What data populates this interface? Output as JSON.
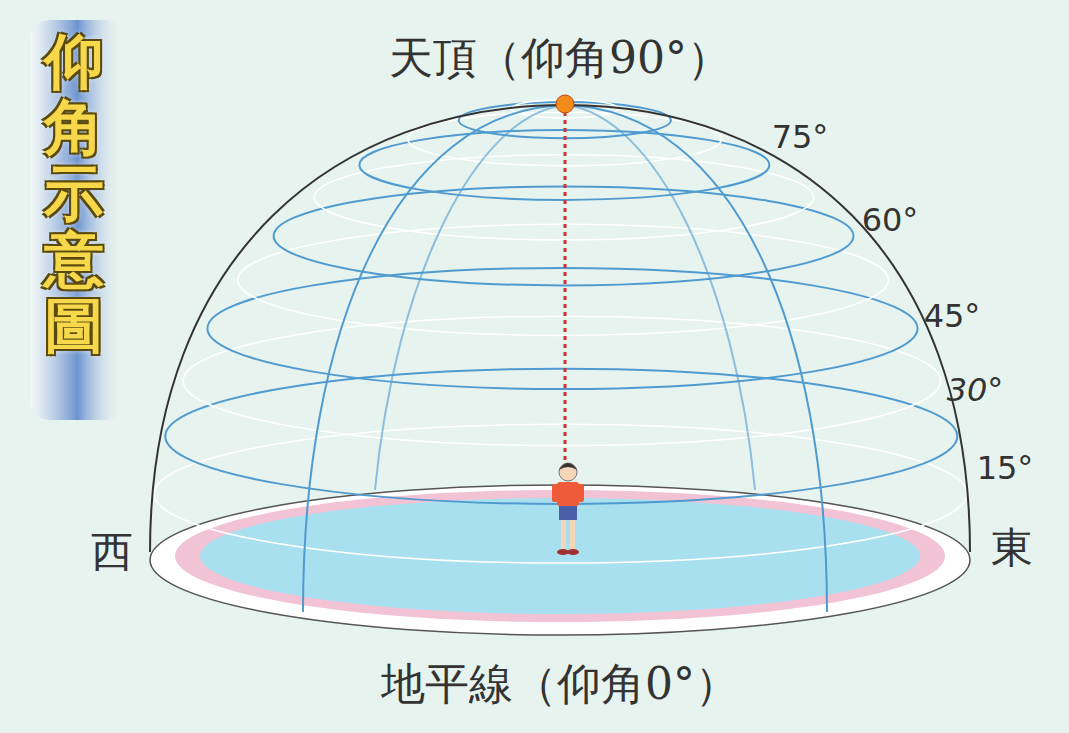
{
  "diagram": {
    "title": "仰角示意圖",
    "labels": [
      "天頂（仰角90°）",
      "75°",
      "60°",
      "45°",
      "30°",
      "15°",
      "西",
      "東",
      "地平線（仰角0°）"
    ]
  }
}
